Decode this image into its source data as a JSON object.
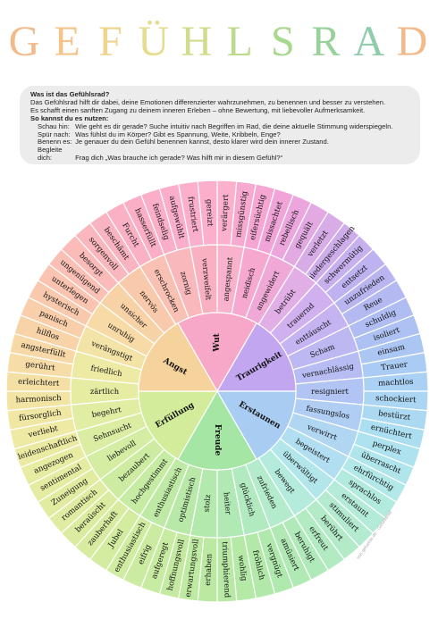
{
  "title": {
    "text": "GEFÜHLSRAD",
    "letter_colors": [
      "#f2b98a",
      "#f4c48b",
      "#f0d38d",
      "#e6dc8f",
      "#d3db8d",
      "#bddb8d",
      "#a8d88e",
      "#98d29a",
      "#8fcdab"
    ]
  },
  "intro": {
    "heading": "Was ist das Gefühlsrad?",
    "line1": "Das Gefühlsrad hilft dir dabei, deine Emotionen differenzierter wahrzunehmen, zu benennen und besser zu verstehen.",
    "line2": "Es schafft einen sanften Zugang zu deinem inneren Erleben – ohne Bewertung, mit liebevoller Aufmerksamkeit.",
    "usage_heading": "So kannst du es nutzen:",
    "steps": [
      {
        "label": "Schau hin:",
        "text": "Wie geht es dir gerade? Suche intuitiv nach Begriffen im Rad, die deine aktuelle Stimmung widerspiegeln."
      },
      {
        "label": "Spür nach:",
        "text": "Was fühlst du im Körper? Gibt es Spannung, Weite, Kribbeln, Enge?"
      },
      {
        "label": "Benenn es:",
        "text": "Je genauer du dein Gefühl benennen kannst, desto klarer wird dein innerer Zustand."
      },
      {
        "label": "Begleite dich:",
        "text": "Frag dich „Was brauche ich gerade? Was hilft mir in diesem Gefühl?“"
      }
    ]
  },
  "wheel": {
    "core": [
      {
        "label": "Wut",
        "color": "#f7a8c8"
      },
      {
        "label": "Traurigkeit",
        "color": "#c2a6f0"
      },
      {
        "label": "Erstaunen",
        "color": "#a9cdf2"
      },
      {
        "label": "Freude",
        "color": "#a6e6a4"
      },
      {
        "label": "Erfüllung",
        "color": "#d2ec9c"
      },
      {
        "label": "Angst",
        "color": "#f6d29c"
      }
    ],
    "middle": [
      {
        "label": "angespannt",
        "color": "#f9b2cb"
      },
      {
        "label": "neidisch",
        "color": "#f6a8cf"
      },
      {
        "label": "angewidert",
        "color": "#f0a9d6"
      },
      {
        "label": "betrübt",
        "color": "#e1aee6"
      },
      {
        "label": "trauernd",
        "color": "#d0b0ee"
      },
      {
        "label": "enttäuscht",
        "color": "#c6b3f1"
      },
      {
        "label": "Scham",
        "color": "#bdb7f2"
      },
      {
        "label": "vernachlässig",
        "color": "#b7bdf3"
      },
      {
        "label": "resigniert",
        "color": "#b2c4f3"
      },
      {
        "label": "fassungslos",
        "color": "#b0cdf3"
      },
      {
        "label": "verwirrt",
        "color": "#b0d6f2"
      },
      {
        "label": "begeistert",
        "color": "#b1def0"
      },
      {
        "label": "überwältigt",
        "color": "#b3e6ea"
      },
      {
        "label": "bewegt",
        "color": "#b5ebdc"
      },
      {
        "label": "zufrieden",
        "color": "#b4ebcc"
      },
      {
        "label": "glücklich",
        "color": "#b2eabf"
      },
      {
        "label": "heiter",
        "color": "#b1e9b5"
      },
      {
        "label": "stolz",
        "color": "#b3e9ac"
      },
      {
        "label": "optimistisch",
        "color": "#b8e9a8"
      },
      {
        "label": "enthusiastisch",
        "color": "#bfeaa5"
      },
      {
        "label": "hochgestimmt",
        "color": "#c6eba3"
      },
      {
        "label": "bezaubert",
        "color": "#cdeca2"
      },
      {
        "label": "liebevoll",
        "color": "#d4eda2"
      },
      {
        "label": "Sehnsucht",
        "color": "#dbeda2"
      },
      {
        "label": "begehrt",
        "color": "#e1eda3"
      },
      {
        "label": "zärtlich",
        "color": "#e7eca3"
      },
      {
        "label": "friedlich",
        "color": "#edeaa4"
      },
      {
        "label": "verängstigt",
        "color": "#f4e3a6"
      },
      {
        "label": "unruhig",
        "color": "#f7daa5"
      },
      {
        "label": "unsicher",
        "color": "#f8d2a7"
      },
      {
        "label": "nervös",
        "color": "#f9c9ac"
      },
      {
        "label": "erschrocken",
        "color": "#f9c0b4"
      },
      {
        "label": "zornig",
        "color": "#f9b8bb"
      },
      {
        "label": "verzweifelt",
        "color": "#f9b1c2"
      }
    ],
    "outer": [
      {
        "label": "verärgert",
        "color": "#fbb0cb"
      },
      {
        "label": "missgünstig",
        "color": "#f8a9cf"
      },
      {
        "label": "eifersüchtig",
        "color": "#f5a6d3"
      },
      {
        "label": "missachtet",
        "color": "#f1a4d8"
      },
      {
        "label": "rebellisch",
        "color": "#eca6dd"
      },
      {
        "label": "gequält",
        "color": "#e3a9e3"
      },
      {
        "label": "verletzt",
        "color": "#d8ace7"
      },
      {
        "label": "niedergeschlagen",
        "color": "#ceadeb"
      },
      {
        "label": "schwermütig",
        "color": "#c6b0ee"
      },
      {
        "label": "entsetzt",
        "color": "#bfb2f0"
      },
      {
        "label": "unzufrieden",
        "color": "#b9b5f1"
      },
      {
        "label": "Reue",
        "color": "#b4b9f2"
      },
      {
        "label": "schuldig",
        "color": "#b0bdf3"
      },
      {
        "label": "isoliert",
        "color": "#adc2f3"
      },
      {
        "label": "einsam",
        "color": "#abc6f3"
      },
      {
        "label": "Trauer",
        "color": "#aacbf3"
      },
      {
        "label": "machtlos",
        "color": "#aad0f3"
      },
      {
        "label": "schockiert",
        "color": "#aad5f3"
      },
      {
        "label": "bestürzt",
        "color": "#abd9f2"
      },
      {
        "label": "ernüchtert",
        "color": "#acdef1"
      },
      {
        "label": "perplex",
        "color": "#aee2ef"
      },
      {
        "label": "überrascht",
        "color": "#b0e5ec"
      },
      {
        "label": "ehrfürchtig",
        "color": "#b2e8e7"
      },
      {
        "label": "sprachlos",
        "color": "#b3eae0"
      },
      {
        "label": "erstaunt",
        "color": "#b4ebd8"
      },
      {
        "label": "stimuliert",
        "color": "#b4ebd0"
      },
      {
        "label": "berührt",
        "color": "#b3eac8"
      },
      {
        "label": "erfreut",
        "color": "#b2eac1"
      },
      {
        "label": "beruhigt",
        "color": "#b1eaba"
      },
      {
        "label": "amüsiert",
        "color": "#b0e9b4"
      },
      {
        "label": "vergnügt",
        "color": "#b0e9ae"
      },
      {
        "label": "fröhlich",
        "color": "#b2e9a9"
      },
      {
        "label": "wohlig",
        "color": "#b4e9a6"
      },
      {
        "label": "triumphierend",
        "color": "#b7e9a4"
      },
      {
        "label": "erhaben",
        "color": "#bbe9a2"
      },
      {
        "label": "erwartungsvoll",
        "color": "#bfeaa1"
      },
      {
        "label": "hoffnungsvoll",
        "color": "#c3eaa0"
      },
      {
        "label": "aufgeregt",
        "color": "#c7eba0"
      },
      {
        "label": "eifrig",
        "color": "#cbeba0"
      },
      {
        "label": "enthusiastisch",
        "color": "#cfeca0"
      },
      {
        "label": "Jubel",
        "color": "#d3eca0"
      },
      {
        "label": "zauberhaft",
        "color": "#d7eca0"
      },
      {
        "label": "beraüscht",
        "color": "#dbeca0"
      },
      {
        "label": "romantisch",
        "color": "#dfeca1"
      },
      {
        "label": "Zuneigung",
        "color": "#e2eca1"
      },
      {
        "label": "sentimental",
        "color": "#e5eca2"
      },
      {
        "label": "angezogen",
        "color": "#e8eba2"
      },
      {
        "label": "leidenschaftlich",
        "color": "#ebeaa3"
      },
      {
        "label": "verliebt",
        "color": "#eee9a3"
      },
      {
        "label": "fürsorglich",
        "color": "#f0e7a4"
      },
      {
        "label": "harmonisch",
        "color": "#f2e4a4"
      },
      {
        "label": "erleichtert",
        "color": "#f4e0a5"
      },
      {
        "label": "gerührt",
        "color": "#f6dca6"
      },
      {
        "label": "angsterfüllt",
        "color": "#f7d8a7"
      },
      {
        "label": "hilflos",
        "color": "#f8d3a8"
      },
      {
        "label": "panisch",
        "color": "#f9ceaa"
      },
      {
        "label": "hysterisch",
        "color": "#f9c9ad"
      },
      {
        "label": "unterlegen",
        "color": "#fac4b1"
      },
      {
        "label": "ungenügend",
        "color": "#fac0b5"
      },
      {
        "label": "besorgt",
        "color": "#fabbb9"
      },
      {
        "label": "sorgenvoll",
        "color": "#fab7bd"
      },
      {
        "label": "beschämt",
        "color": "#fab4c1"
      },
      {
        "label": "Furcht",
        "color": "#fbb1c4"
      },
      {
        "label": "hasserfüllt",
        "color": "#fbafc6"
      },
      {
        "label": "feindselig",
        "color": "#fbaec8"
      },
      {
        "label": "aufgewühlt",
        "color": "#fbaec9"
      },
      {
        "label": "frustriert",
        "color": "#fbafca"
      },
      {
        "label": "gereizt",
        "color": "#fbafcb"
      }
    ]
  },
  "credit": "von gefuehle.de · Gefühlsrad"
}
